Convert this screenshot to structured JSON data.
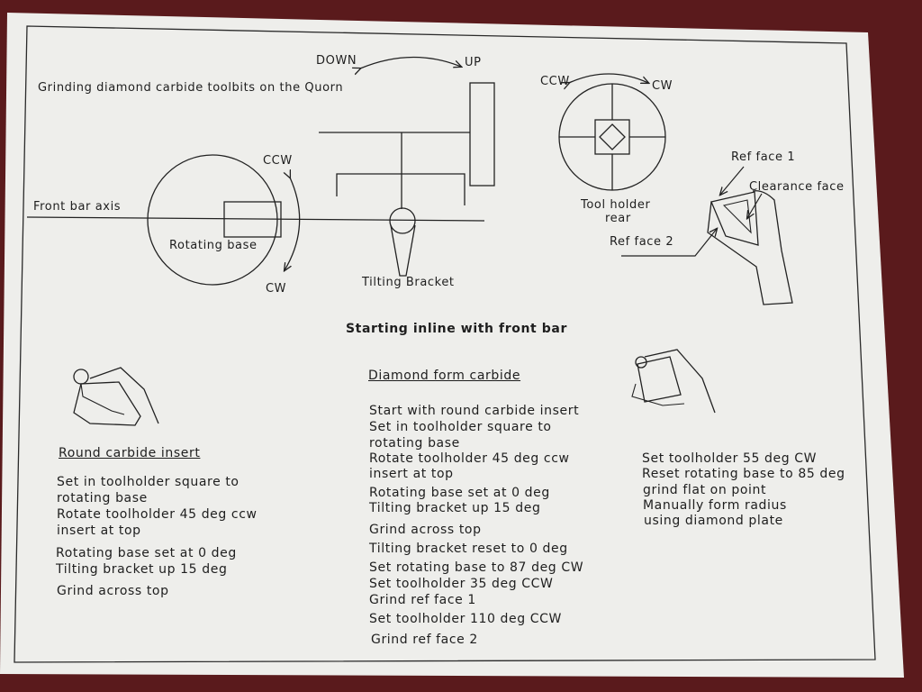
{
  "title": "Grinding  diamond carbide  toolbits  on the Quorn",
  "diagram": {
    "down": "DOWN",
    "up": "UP",
    "ccw_left": "CCW",
    "cw_left": "CW",
    "front_bar_axis": "Front bar axis",
    "rotating_base": "Rotating base",
    "tilting_bracket": "Tilting Bracket",
    "ccw_right": "CCW",
    "cw_right": "CW",
    "tool_holder_line1": "Tool holder",
    "tool_holder_line2": "rear",
    "ref_face_1": "Ref face 1",
    "clearance_face": "Clearance face",
    "ref_face_2": "Ref face 2"
  },
  "starting_heading": "Starting inline with front bar",
  "round": {
    "heading": "Round carbide insert",
    "lines": [
      "Set in toolholder square to",
      "rotating base",
      "Rotate  toolholder 45 deg ccw",
      "insert at top",
      "Rotating base set at 0 deg",
      "Tilting bracket up 15 deg",
      "Grind across top"
    ]
  },
  "diamond": {
    "heading": "Diamond form carbide",
    "lines": [
      "Start with round carbide insert",
      "Set in toolholder square to",
      "rotating base",
      "Rotate  toolholder 45 deg ccw",
      "insert at top",
      "Rotating base set at 0 deg",
      "Tilting bracket up 15 deg",
      "Grind across top",
      "Tilting bracket reset to 0 deg",
      "Set rotating base to 87 deg CW",
      "Set toolholder 35 deg CCW",
      "Grind  ref face 1",
      "Set toolholder 110 deg CCW",
      "Grind  ref face 2"
    ]
  },
  "right": {
    "lines": [
      "Set toolholder 55 deg CW",
      "Reset rotating base to  85 deg",
      "grind flat  on point",
      "Manually form radius",
      "using diamond plate"
    ]
  }
}
